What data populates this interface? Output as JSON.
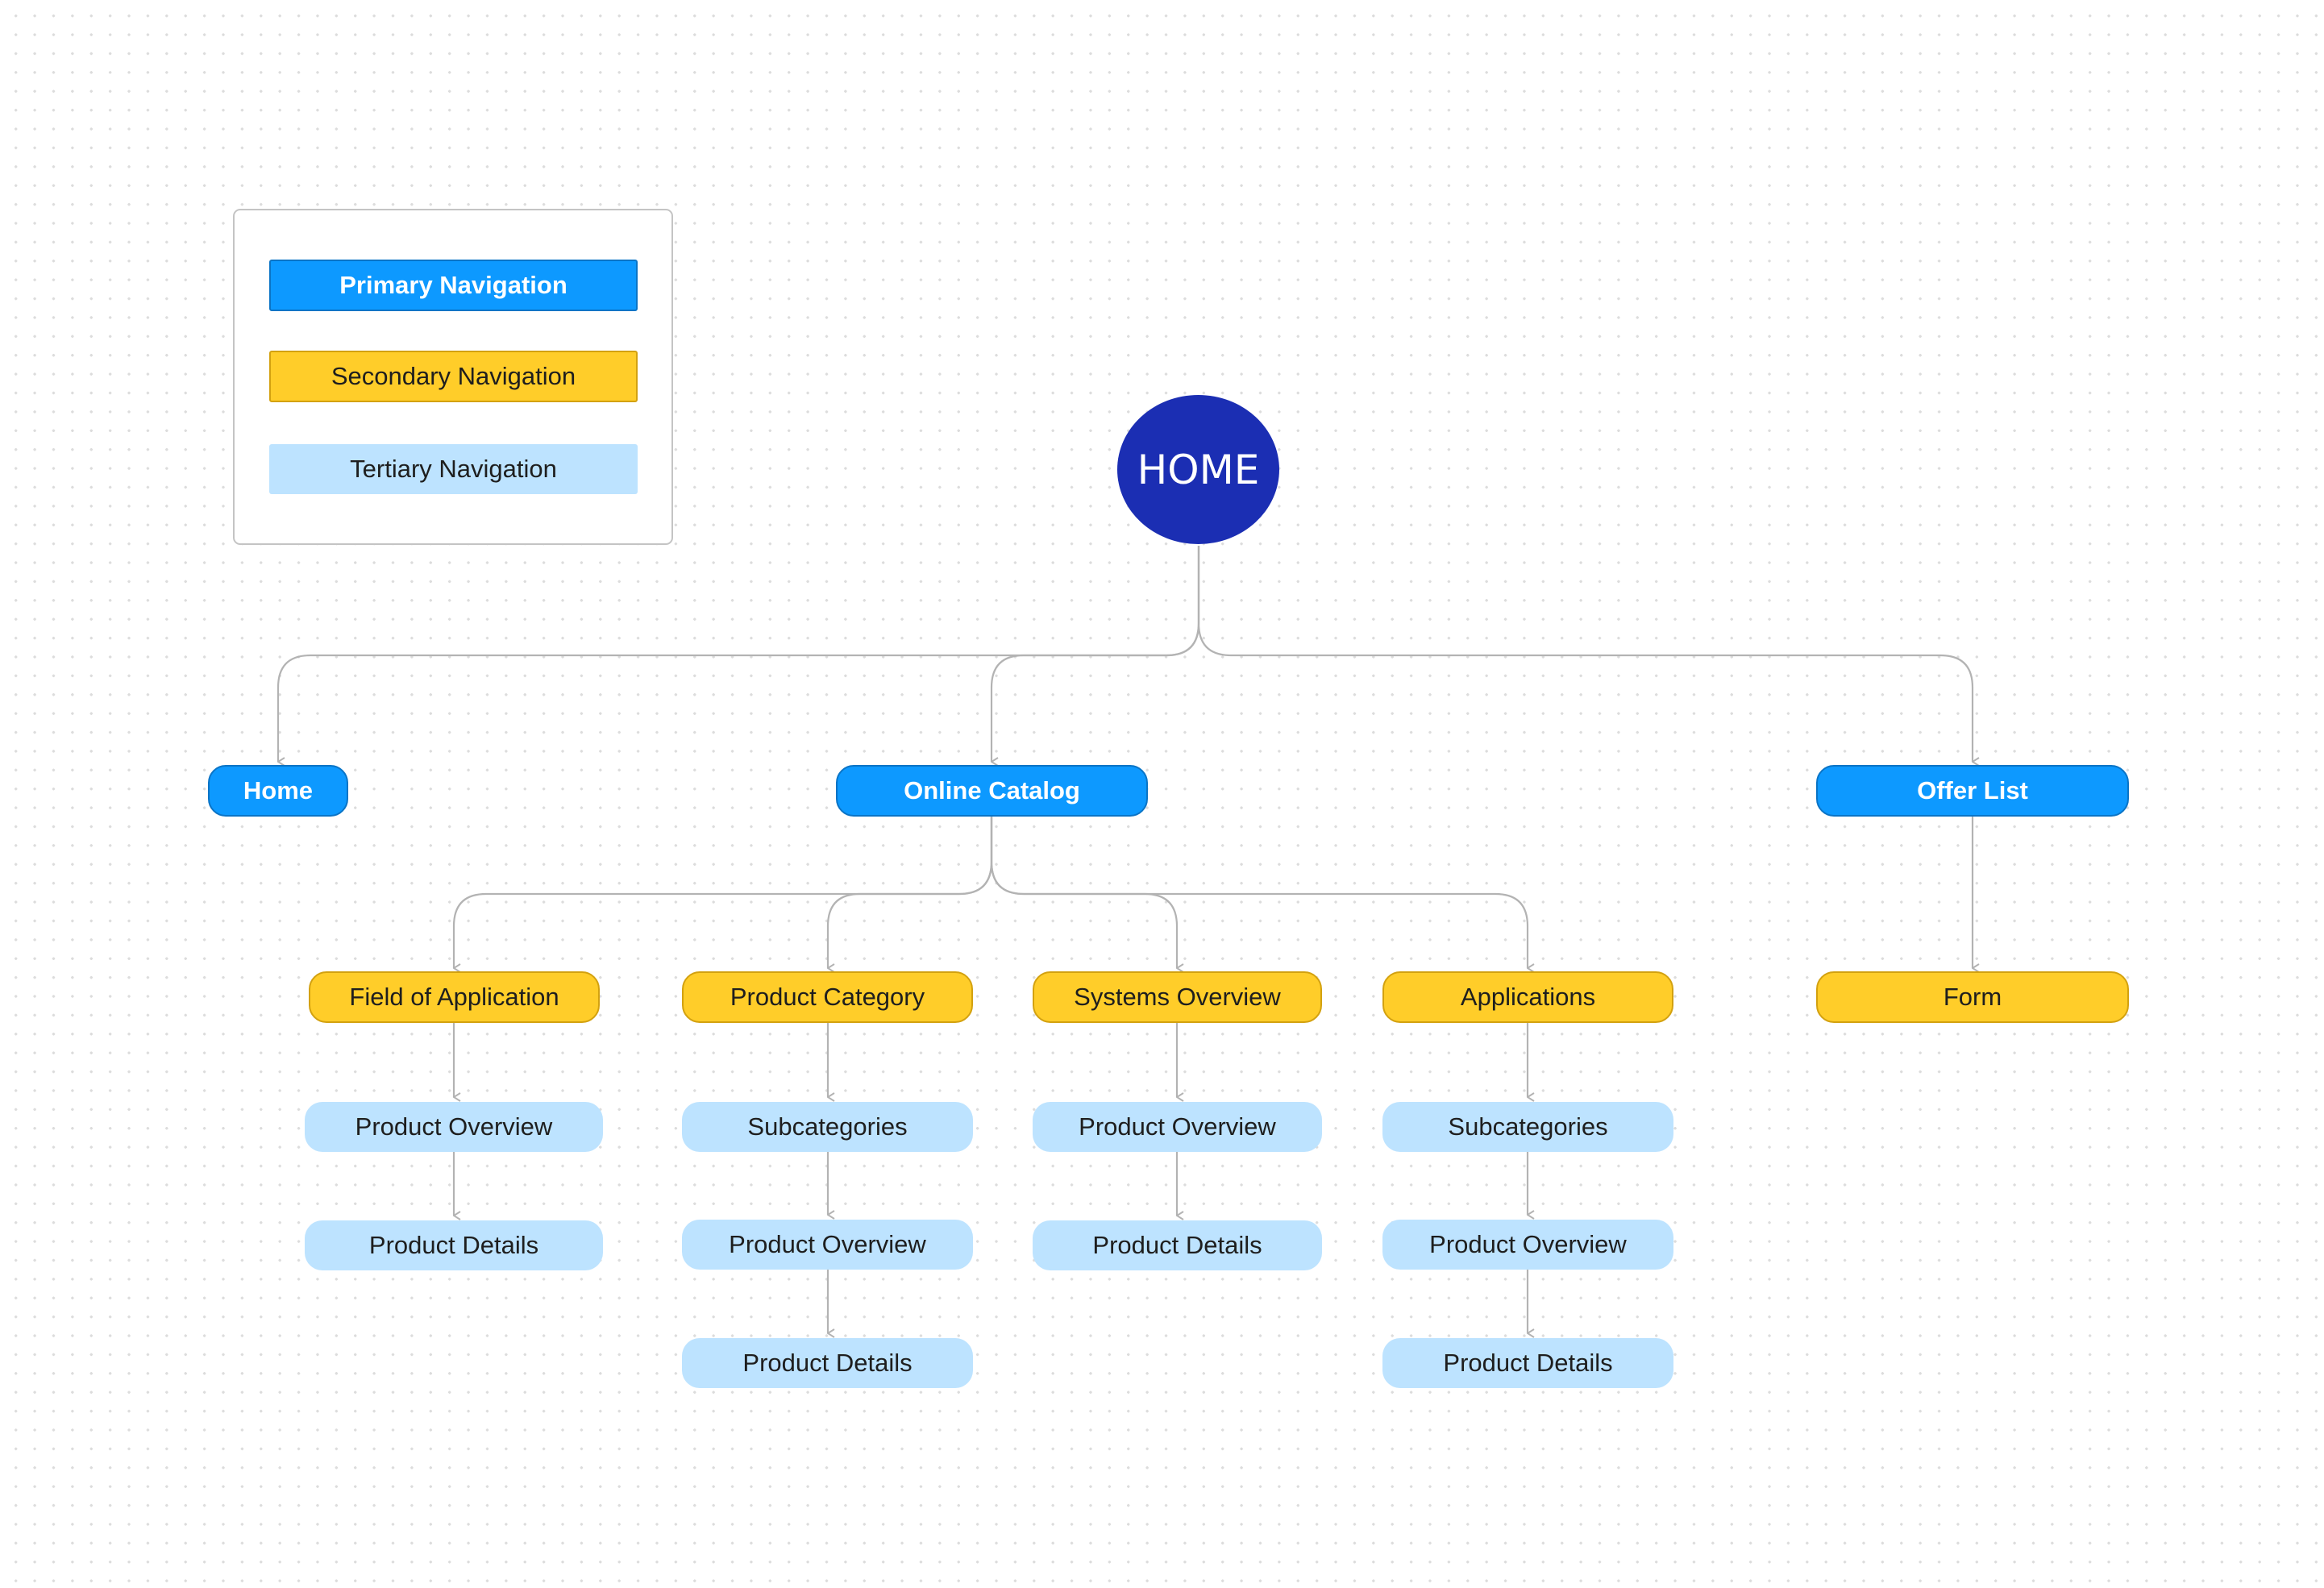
{
  "legend": {
    "primary": "Primary Navigation",
    "secondary": "Secondary Navigation",
    "tertiary": "Tertiary Navigation"
  },
  "root": {
    "label": "HOME"
  },
  "primary": [
    {
      "label": "Home"
    },
    {
      "label": "Online Catalog"
    },
    {
      "label": "Offer List"
    }
  ],
  "catalog_branches": [
    {
      "label": "Field of Application",
      "children": [
        "Product Overview",
        "Product Details"
      ]
    },
    {
      "label": "Product Category",
      "children": [
        "Subcategories",
        "Product Overview",
        "Product Details"
      ]
    },
    {
      "label": "Systems Overview",
      "children": [
        "Product Overview",
        "Product Details"
      ]
    },
    {
      "label": "Applications",
      "children": [
        "Subcategories",
        "Product Overview",
        "Product Details"
      ]
    }
  ],
  "offer_branch": {
    "label": "Form"
  },
  "colors": {
    "primary": "#0d99ff",
    "secondary": "#ffcd29",
    "tertiary": "#bde3ff",
    "root": "#1b2eb3",
    "connector": "#b3b3b3"
  }
}
